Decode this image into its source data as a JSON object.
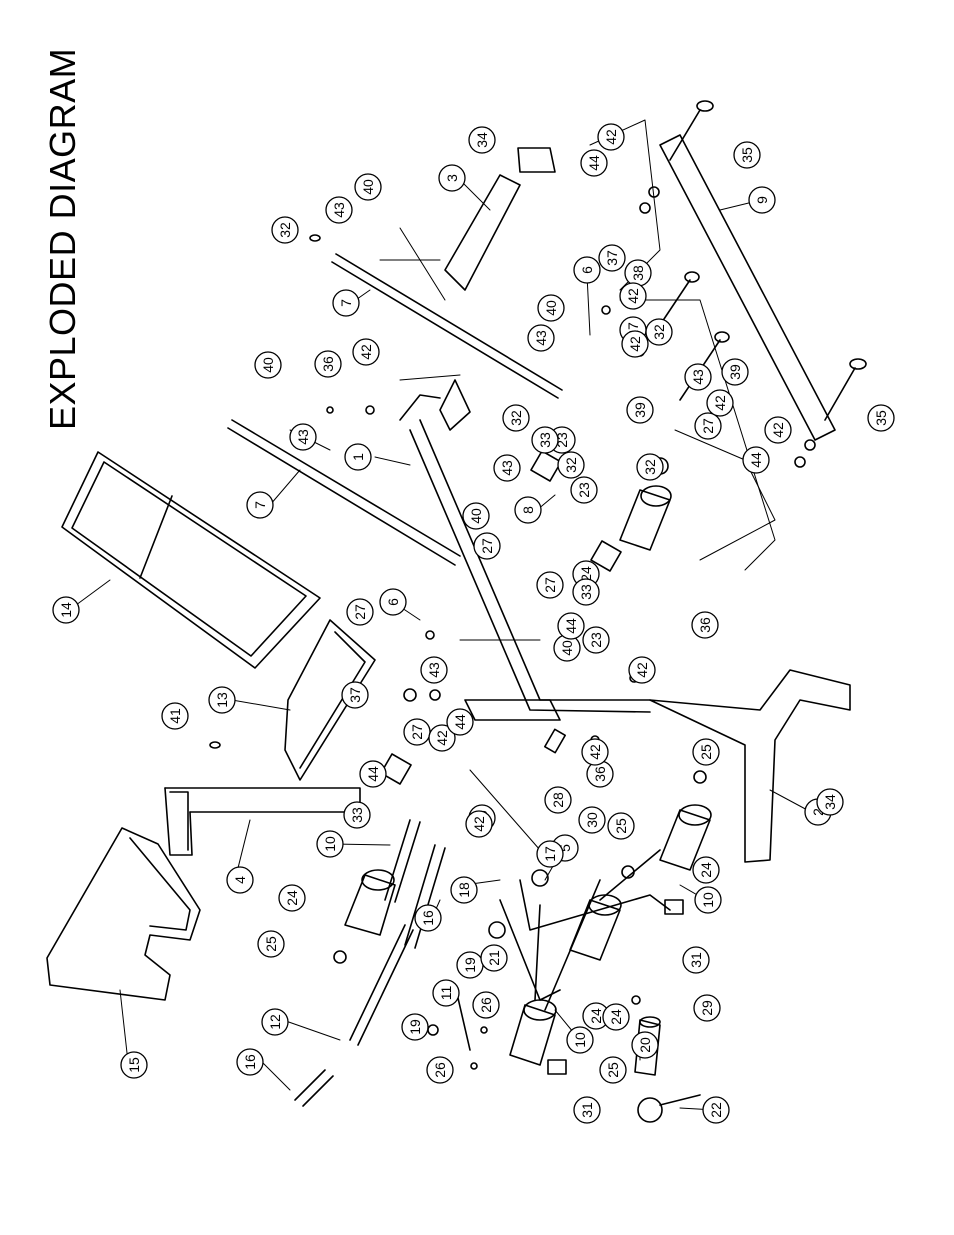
{
  "title": "EXPLODED DIAGRAM",
  "colors": {
    "ink": "#000000",
    "paper": "#ffffff"
  },
  "callouts": [
    {
      "n": "1"
    },
    {
      "n": "2"
    },
    {
      "n": "3"
    },
    {
      "n": "4"
    },
    {
      "n": "5"
    },
    {
      "n": "6"
    },
    {
      "n": "6"
    },
    {
      "n": "7"
    },
    {
      "n": "7"
    },
    {
      "n": "8"
    },
    {
      "n": "9"
    },
    {
      "n": "10"
    },
    {
      "n": "10"
    },
    {
      "n": "10"
    },
    {
      "n": "11"
    },
    {
      "n": "12"
    },
    {
      "n": "13"
    },
    {
      "n": "14"
    },
    {
      "n": "15"
    },
    {
      "n": "16"
    },
    {
      "n": "16"
    },
    {
      "n": "17"
    },
    {
      "n": "18"
    },
    {
      "n": "19"
    },
    {
      "n": "19"
    },
    {
      "n": "20"
    },
    {
      "n": "21"
    },
    {
      "n": "22"
    },
    {
      "n": "23"
    },
    {
      "n": "23"
    },
    {
      "n": "23"
    },
    {
      "n": "24"
    },
    {
      "n": "24"
    },
    {
      "n": "24"
    },
    {
      "n": "24"
    },
    {
      "n": "24"
    },
    {
      "n": "25"
    },
    {
      "n": "25"
    },
    {
      "n": "25"
    },
    {
      "n": "25"
    },
    {
      "n": "26"
    },
    {
      "n": "26"
    },
    {
      "n": "27"
    },
    {
      "n": "27"
    },
    {
      "n": "27"
    },
    {
      "n": "27"
    },
    {
      "n": "27"
    },
    {
      "n": "27"
    },
    {
      "n": "28"
    },
    {
      "n": "29"
    },
    {
      "n": "30"
    },
    {
      "n": "31"
    },
    {
      "n": "31"
    },
    {
      "n": "32"
    },
    {
      "n": "32"
    },
    {
      "n": "32"
    },
    {
      "n": "32"
    },
    {
      "n": "32"
    },
    {
      "n": "33"
    },
    {
      "n": "33"
    },
    {
      "n": "33"
    },
    {
      "n": "34"
    },
    {
      "n": "34"
    },
    {
      "n": "35"
    },
    {
      "n": "35"
    },
    {
      "n": "36"
    },
    {
      "n": "36"
    },
    {
      "n": "36"
    },
    {
      "n": "36"
    },
    {
      "n": "37"
    },
    {
      "n": "37"
    },
    {
      "n": "38"
    },
    {
      "n": "39"
    },
    {
      "n": "39"
    },
    {
      "n": "40"
    },
    {
      "n": "40"
    },
    {
      "n": "40"
    },
    {
      "n": "40"
    },
    {
      "n": "40"
    },
    {
      "n": "41"
    },
    {
      "n": "42"
    },
    {
      "n": "42"
    },
    {
      "n": "42"
    },
    {
      "n": "42"
    },
    {
      "n": "42"
    },
    {
      "n": "42"
    },
    {
      "n": "42"
    },
    {
      "n": "42"
    },
    {
      "n": "42"
    },
    {
      "n": "42"
    },
    {
      "n": "43"
    },
    {
      "n": "43"
    },
    {
      "n": "43"
    },
    {
      "n": "43"
    },
    {
      "n": "43"
    },
    {
      "n": "43"
    },
    {
      "n": "44"
    },
    {
      "n": "44"
    },
    {
      "n": "44"
    },
    {
      "n": "44"
    },
    {
      "n": "44"
    }
  ]
}
